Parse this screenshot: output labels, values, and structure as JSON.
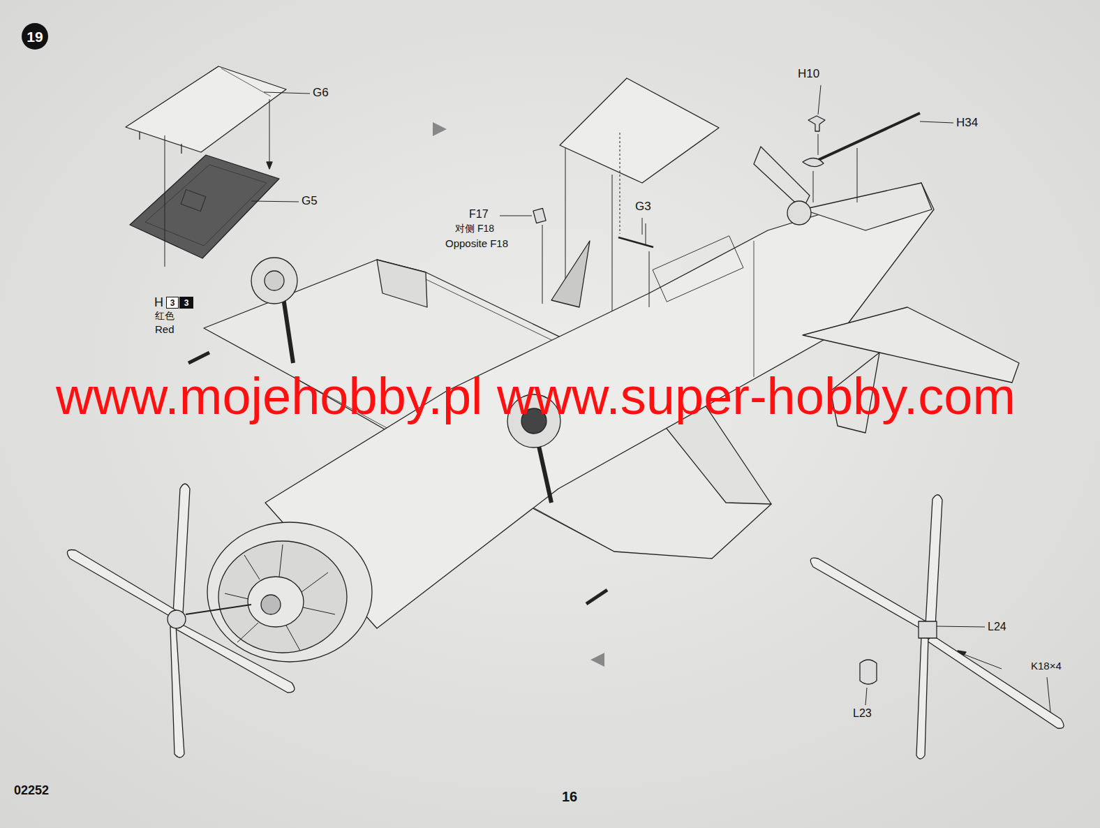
{
  "diagram": {
    "nodes": [
      {
        "text": [
          "19"
        ]
      },
      {
        "text": [
          "3"
        ]
      },
      {
        "text": [
          "3"
        ]
      }
    ],
    "labels": [
      "G6",
      "G5",
      "H",
      "红色",
      "Red",
      "F17",
      "对侧 F18",
      "Opposite F18",
      "G3",
      "H10",
      "H34",
      "www.mojehobby.pl www.super-hobby.com",
      "L24",
      "L23",
      "K18×4",
      "02252",
      "16"
    ]
  }
}
